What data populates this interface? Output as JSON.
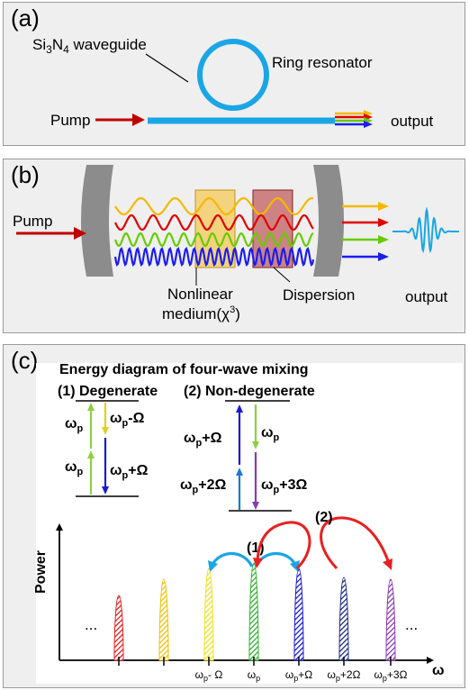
{
  "panel_a": {
    "label": "(a)",
    "waveguide_main": "Si",
    "waveguide_sub3": "3",
    "waveguide_n": "N",
    "waveguide_sub4": "4",
    "waveguide_rest": " waveguide",
    "ring": "Ring resonator",
    "pump": "Pump",
    "output": "output",
    "colors": {
      "waveguide": "#1aa6e6",
      "pump_arrow": "#c00000"
    }
  },
  "panel_b": {
    "label": "(b)",
    "pump": "Pump",
    "nonlinear_line1": "Nonlinear",
    "nonlinear_line2": "medium(χ",
    "nonlinear_sup": "3",
    "nonlinear_close": ")",
    "dispersion": "Dispersion",
    "output": "output",
    "wave_colors": [
      "#f5b800",
      "#e00000",
      "#66cc00",
      "#1c1cf0"
    ]
  },
  "panel_c": {
    "label": "(c)",
    "title": "Energy diagram of four-wave mixing",
    "degenerate": "(1)  Degenerate",
    "nondegenerate": "(2)  Non-degenerate",
    "omega": "ω",
    "sub_p": "p",
    "deg_top_right": "-Ω",
    "deg_bot_right": "+Ω",
    "nd_top_left": "+Ω",
    "nd_bot_left": "+2Ω",
    "nd_bot_right": "+3Ω",
    "power_axis": "Power",
    "omega_axis": "ω",
    "dots_left": "...",
    "dots_right": "...",
    "arc1_label": "(1)",
    "arc2_label": "(2)",
    "ticks": [
      "ω",
      "ω",
      "ω",
      "ω",
      "ω"
    ],
    "tick_suffix": [
      "- Ω",
      "",
      "+Ω",
      "+2Ω",
      "+3Ω"
    ],
    "peak_colors": [
      "#e02020",
      "#f0c000",
      "#f0e020",
      "#30b030",
      "#1a1ad0",
      "#1a2a80",
      "#8a3ab0"
    ],
    "arc1_color": "#1aa6e6",
    "arc2_color": "#e82020"
  }
}
